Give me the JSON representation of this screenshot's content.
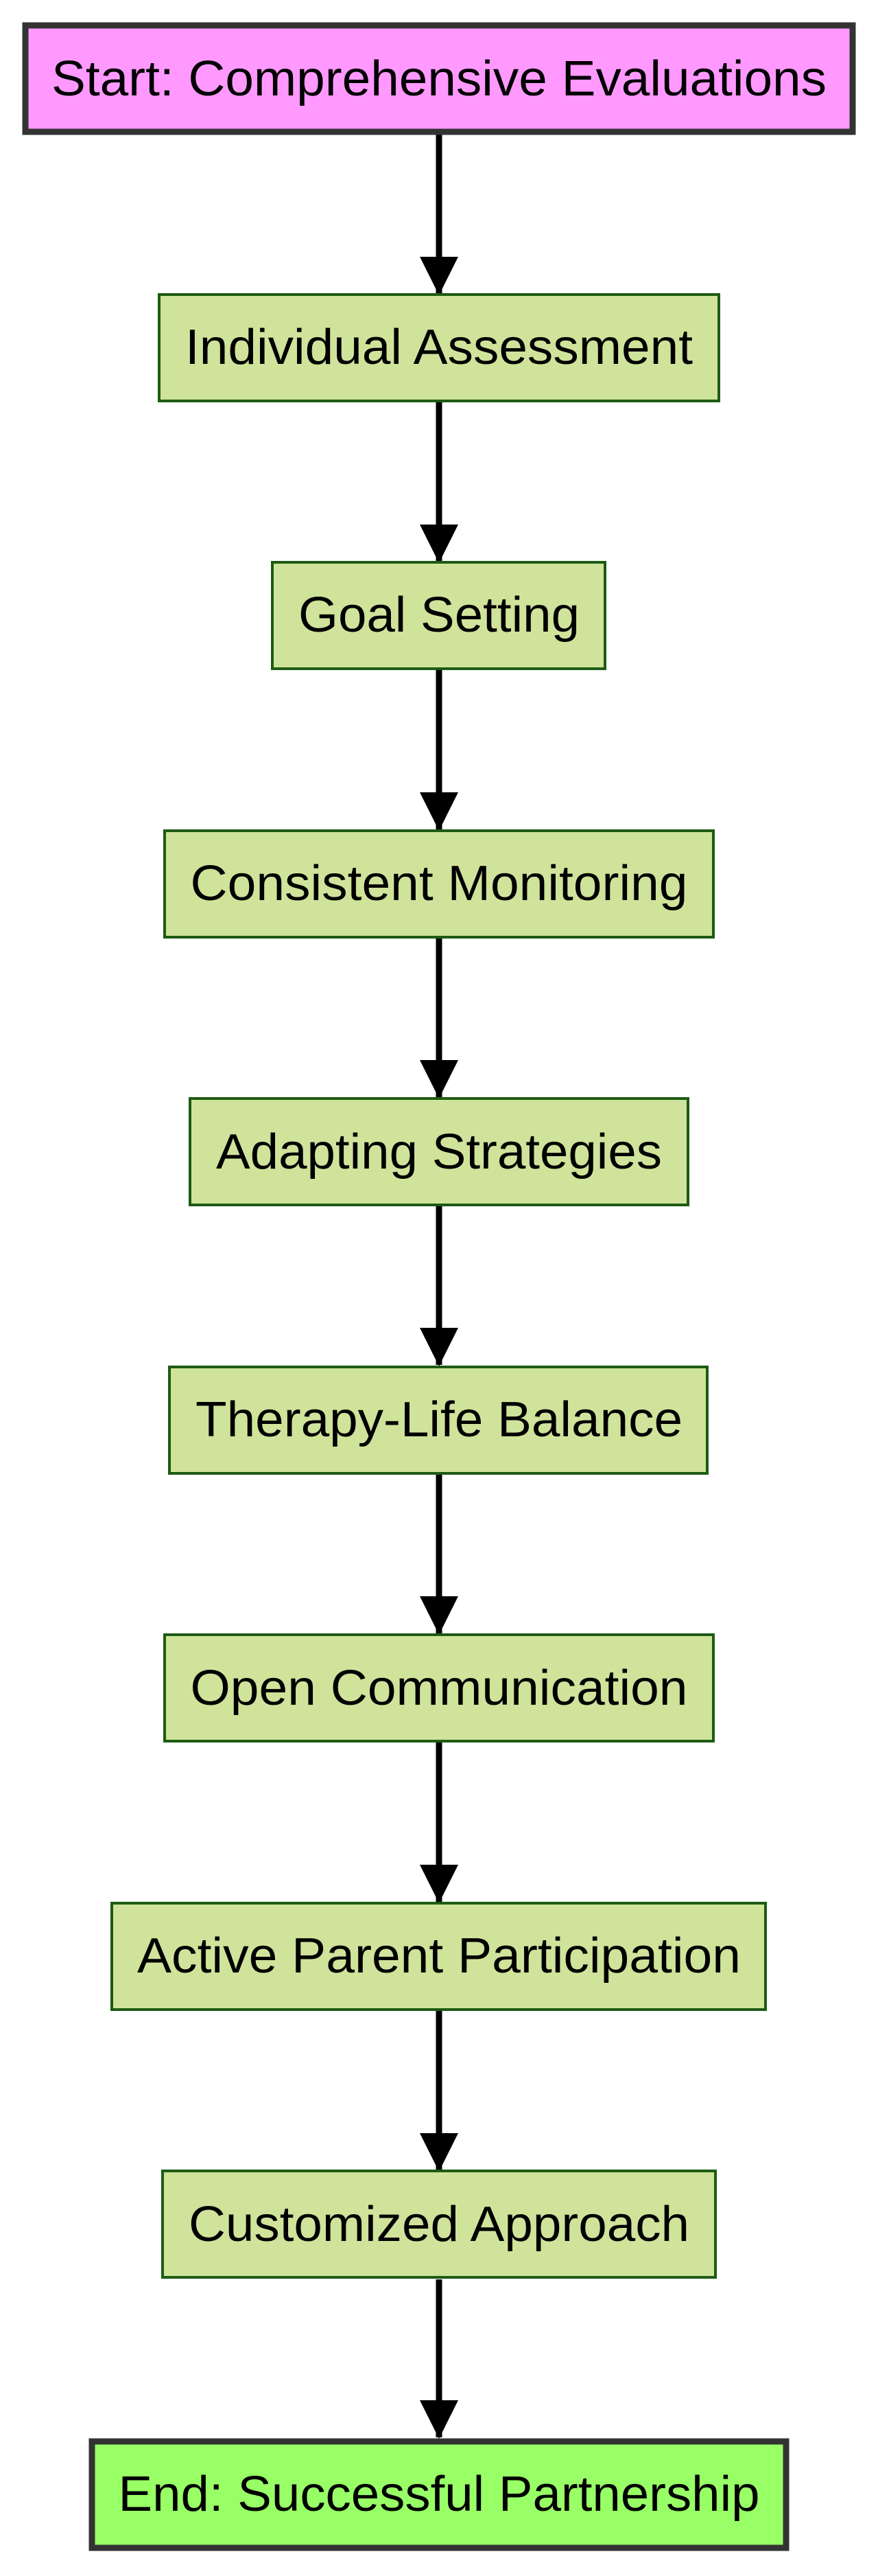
{
  "diagram": {
    "type": "flowchart",
    "direction": "top-to-bottom",
    "nodes": [
      {
        "id": "start",
        "label": "Start: Comprehensive Evaluations",
        "role": "start"
      },
      {
        "id": "assessment",
        "label": "Individual Assessment",
        "role": "step"
      },
      {
        "id": "goals",
        "label": "Goal Setting",
        "role": "step"
      },
      {
        "id": "monitoring",
        "label": "Consistent Monitoring",
        "role": "step"
      },
      {
        "id": "strategies",
        "label": "Adapting Strategies",
        "role": "step"
      },
      {
        "id": "balance",
        "label": "Therapy-Life Balance",
        "role": "step"
      },
      {
        "id": "communication",
        "label": "Open Communication",
        "role": "step"
      },
      {
        "id": "participation",
        "label": "Active Parent Participation",
        "role": "step"
      },
      {
        "id": "approach",
        "label": "Customized Approach",
        "role": "step"
      },
      {
        "id": "end",
        "label": "End: Successful Partnership",
        "role": "end"
      }
    ],
    "edges": [
      {
        "from": "start",
        "to": "assessment"
      },
      {
        "from": "assessment",
        "to": "goals"
      },
      {
        "from": "goals",
        "to": "monitoring"
      },
      {
        "from": "monitoring",
        "to": "strategies"
      },
      {
        "from": "strategies",
        "to": "balance"
      },
      {
        "from": "balance",
        "to": "communication"
      },
      {
        "from": "communication",
        "to": "participation"
      },
      {
        "from": "participation",
        "to": "approach"
      },
      {
        "from": "approach",
        "to": "end"
      }
    ]
  },
  "colors": {
    "start_fill": "#ff99ff",
    "start_stroke": "#333333",
    "step_fill": "#d0e39b",
    "step_stroke": "#1e5b14",
    "end_fill": "#99ff66",
    "end_stroke": "#333333",
    "arrow": "#000000",
    "text": "#000000"
  }
}
